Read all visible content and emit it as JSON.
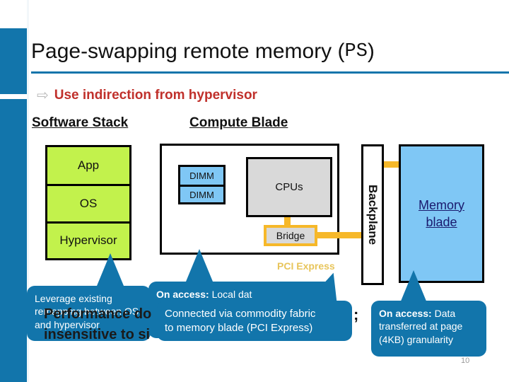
{
  "slide": {
    "title_main": "Page-swapping remote memory ( ",
    "title_mono": "PS",
    "title_close": ")",
    "subtitle_arrow": "⇨",
    "subtitle": "Use indirection from hypervisor",
    "page_number": "10",
    "accent_blue": "#1275ab",
    "accent_red": "#c0302b",
    "accent_yellow": "#f6b829",
    "green_fill": "#c2f24c",
    "light_blue_fill": "#7fc7f5",
    "gray_fill": "#d9d9d9"
  },
  "headings": {
    "software_stack": "Software Stack",
    "compute_blade": "Compute Blade"
  },
  "software_stack": {
    "layers": [
      "App",
      "OS",
      "Hypervisor"
    ]
  },
  "compute_blade": {
    "dimms": [
      "DIMM",
      "DIMM"
    ],
    "cpus_label": "CPUs",
    "bridge_label": "Bridge",
    "bus_label": "PCI Express"
  },
  "backplane": {
    "label": "Backplane"
  },
  "memory_blade": {
    "line1": "Memory",
    "line2": "blade"
  },
  "callouts": {
    "left": "Leverage existing remapping between OS and hypervisor",
    "middle_back_bold": "On access:",
    "middle_back_rest": " Local dat",
    "front_line1": "Connected via commodity fabric",
    "front_line2": "to memory blade (PCI Express)",
    "right_bold": "On access:",
    "right_rest": " Data transferred at page (4KB) granularity"
  },
  "overlay_text": {
    "line1": "Performance do",
    "line2": "insensitive to si",
    "semicolon": ";"
  }
}
